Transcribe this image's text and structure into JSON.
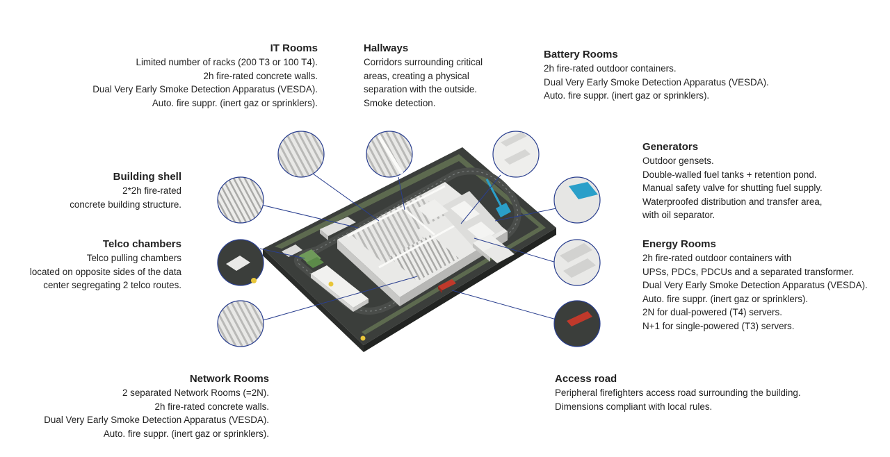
{
  "labels": {
    "it_rooms": {
      "title": "IT Rooms",
      "lines": [
        "Limited number of racks (200 T3 or 100 T4).",
        "2h fire-rated concrete walls.",
        "Dual Very Early Smoke Detection Apparatus (VESDA).",
        "Auto. fire suppr. (inert gaz or sprinklers)."
      ]
    },
    "hallways": {
      "title": "Hallways",
      "lines": [
        "Corridors surrounding critical",
        "areas, creating a physical",
        "separation with the outside.",
        "Smoke detection."
      ]
    },
    "battery_rooms": {
      "title": "Battery Rooms",
      "lines": [
        "2h fire-rated outdoor containers.",
        "Dual Very Early Smoke Detection Apparatus (VESDA).",
        "Auto. fire suppr. (inert gaz or sprinklers)."
      ]
    },
    "building_shell": {
      "title": "Building shell",
      "lines": [
        "2*2h fire-rated",
        "concrete building structure."
      ]
    },
    "generators": {
      "title": "Generators",
      "lines": [
        "Outdoor gensets.",
        "Double-walled fuel tanks + retention pond.",
        "Manual safety valve for shutting fuel supply.",
        "Waterproofed distribution and transfer area,",
        "with oil separator."
      ]
    },
    "telco_chambers": {
      "title": "Telco chambers",
      "lines": [
        "Telco pulling chambers",
        "located on opposite sides of the data",
        "center segregating 2 telco routes."
      ]
    },
    "energy_rooms": {
      "title": "Energy Rooms",
      "lines": [
        "2h fire-rated outdoor containers with",
        "UPSs, PDCs, PDCUs and a separated transformer.",
        "Dual Very Early Smoke Detection Apparatus (VESDA).",
        "Auto. fire suppr. (inert gaz or sprinklers).",
        "2N for dual-powered (T4) servers.",
        "N+1 for single-powered (T3) servers."
      ]
    },
    "network_rooms": {
      "title": "Network Rooms",
      "lines": [
        "2 separated Network Rooms (=2N).",
        "2h fire-rated concrete walls.",
        "Dual Very Early Smoke Detection Apparatus (VESDA).",
        "Auto. fire suppr. (inert gaz or sprinklers)."
      ]
    },
    "access_road": {
      "title": "Access road",
      "lines": [
        "Peripheral firefighters access road surrounding the building.",
        "Dimensions compliant with local rules."
      ]
    }
  },
  "colors": {
    "leader_line": "#2a3f8f",
    "circle_stroke": "#2a3f8f",
    "ground": "#3a3d3a",
    "building": "#e6e6e4",
    "building_shadow": "#c4c4c2",
    "truck": "#c0392b",
    "crane": "#2a9fc9",
    "yellow_car": "#e8c63a"
  }
}
